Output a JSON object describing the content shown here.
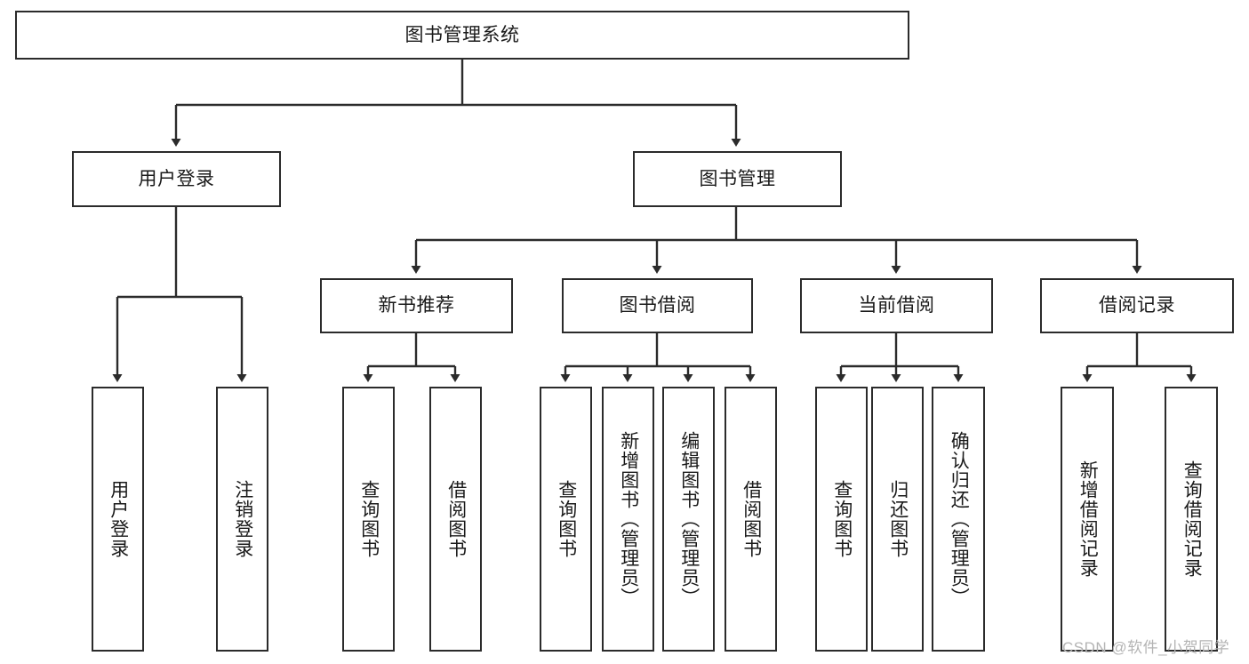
{
  "diagram": {
    "title": "图书管理系统",
    "type": "tree-hierarchy-chart",
    "colors": {
      "border": "#2b2b2b",
      "background": "#ffffff",
      "text": "#1a1a1a",
      "watermark": "#b4b4b4"
    },
    "root": {
      "label": "图书管理系统"
    },
    "level2": [
      {
        "label": "用户登录"
      },
      {
        "label": "图书管理"
      }
    ],
    "level3": [
      {
        "label": "新书推荐"
      },
      {
        "label": "图书借阅"
      },
      {
        "label": "当前借阅"
      },
      {
        "label": "借阅记录"
      }
    ],
    "leaves": {
      "user_login": [
        {
          "label": "用户登录"
        },
        {
          "label": "注销登录"
        }
      ],
      "new_book_recommend": [
        {
          "label": "查询图书"
        },
        {
          "label": "借阅图书"
        }
      ],
      "book_borrow": [
        {
          "label": "查询图书"
        },
        {
          "label": "新增图书（管理员）"
        },
        {
          "label": "编辑图书（管理员）"
        },
        {
          "label": "借阅图书"
        }
      ],
      "current_borrow": [
        {
          "label": "查询图书"
        },
        {
          "label": "归还图书"
        },
        {
          "label": "确认归还（管理员）"
        }
      ],
      "borrow_record": [
        {
          "label": "新增借阅记录"
        },
        {
          "label": "查询借阅记录"
        }
      ]
    },
    "watermark": "CSDN @软件_小贺同学"
  }
}
